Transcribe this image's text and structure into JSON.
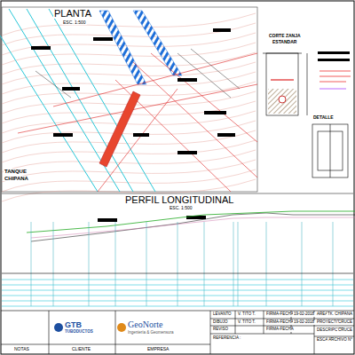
{
  "diagram": {
    "title": "PLANTA",
    "labels": [
      "ESC. 1:500",
      "CORTE ZANJA",
      "ESTANDAR",
      "DETALLE",
      "TANQUE",
      "CHIPANA",
      "PERFIL LONGITUDINAL",
      "ESC. 1:500",
      "LEVANTO",
      "V. TITO T.",
      "FIRMA-FECHA",
      "19-02-2018",
      "DIBUJO",
      "V. TITO T.",
      "FIRMA-FECHA",
      "19-02-2018",
      "REVISO",
      "FIRMA-FECHA",
      "AREA",
      "TK. CHIPANA",
      "PROYECTO",
      "CRUCE",
      "DESCRIPCION",
      "CRUCE",
      "REFERENCIA :",
      "ESCALA",
      "ARCHIVO N°",
      "NOTAS",
      "CLIENTE",
      "EMPRESA",
      "GTB",
      "TUBODUCTOS",
      "GeoNorte",
      "Ingeniería & Geomensura"
    ]
  }
}
